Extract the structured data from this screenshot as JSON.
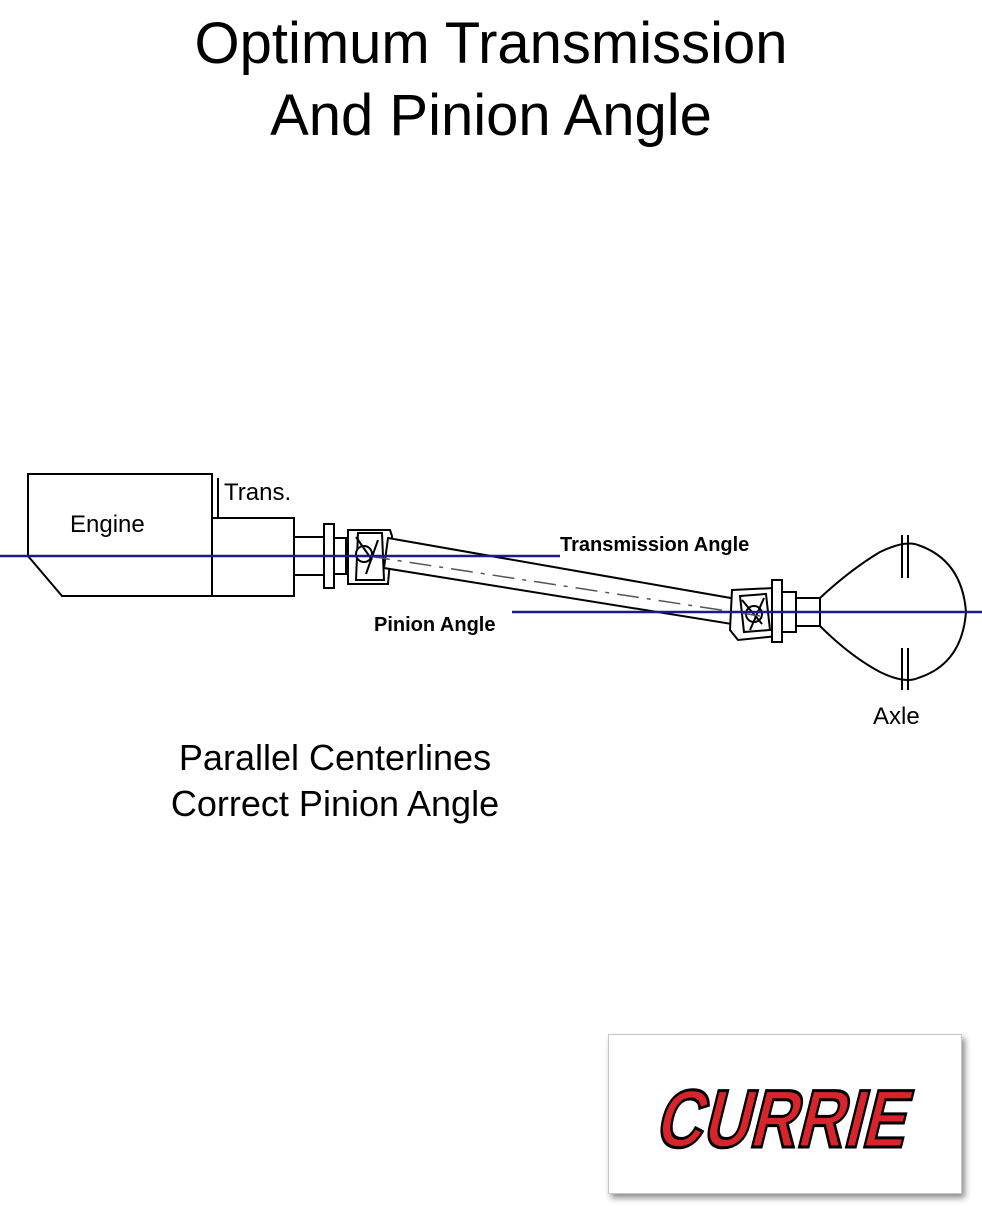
{
  "title": {
    "line1": "Optimum Transmission",
    "line2": "And Pinion Angle"
  },
  "labels": {
    "engine": "Engine",
    "trans": "Trans.",
    "transmission_angle": "Transmission Angle",
    "pinion_angle": "Pinion Angle",
    "axle": "Axle"
  },
  "caption": {
    "line1": "Parallel Centerlines",
    "line2": "Correct Pinion Angle"
  },
  "logo": {
    "text": "CURRIE",
    "colors": {
      "fill": "#d8242b",
      "outline": "#000000"
    }
  },
  "colors": {
    "centerline": "#1a1a8c",
    "drawing": "#000000"
  }
}
